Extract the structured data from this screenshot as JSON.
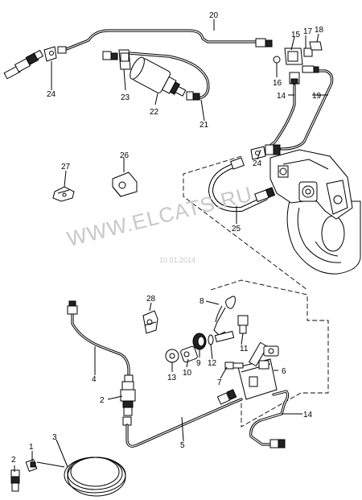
{
  "diagram": {
    "watermark": "WWW.ELCATS.RU",
    "date": "10.01.2014",
    "callouts": [
      {
        "id": "c1",
        "text": "1"
      },
      {
        "id": "c2a",
        "text": "2"
      },
      {
        "id": "c2b",
        "text": "2"
      },
      {
        "id": "c3",
        "text": "3"
      },
      {
        "id": "c4",
        "text": "4"
      },
      {
        "id": "c5",
        "text": "5"
      },
      {
        "id": "c6",
        "text": "6"
      },
      {
        "id": "c7",
        "text": "7"
      },
      {
        "id": "c8",
        "text": "8"
      },
      {
        "id": "c9",
        "text": "9"
      },
      {
        "id": "c10",
        "text": "10"
      },
      {
        "id": "c11",
        "text": "11"
      },
      {
        "id": "c12",
        "text": "12"
      },
      {
        "id": "c13",
        "text": "13"
      },
      {
        "id": "c14a",
        "text": "14"
      },
      {
        "id": "c14b",
        "text": "14"
      },
      {
        "id": "c15",
        "text": "15"
      },
      {
        "id": "c16",
        "text": "16"
      },
      {
        "id": "c17",
        "text": "17"
      },
      {
        "id": "c18",
        "text": "18"
      },
      {
        "id": "c19",
        "text": "19"
      },
      {
        "id": "c20",
        "text": "20"
      },
      {
        "id": "c21",
        "text": "21"
      },
      {
        "id": "c22",
        "text": "22"
      },
      {
        "id": "c23",
        "text": "23"
      },
      {
        "id": "c24a",
        "text": "24"
      },
      {
        "id": "c24b",
        "text": "24"
      },
      {
        "id": "c25",
        "text": "25"
      },
      {
        "id": "c26",
        "text": "26"
      },
      {
        "id": "c27",
        "text": "27"
      },
      {
        "id": "c28",
        "text": "28"
      }
    ]
  }
}
